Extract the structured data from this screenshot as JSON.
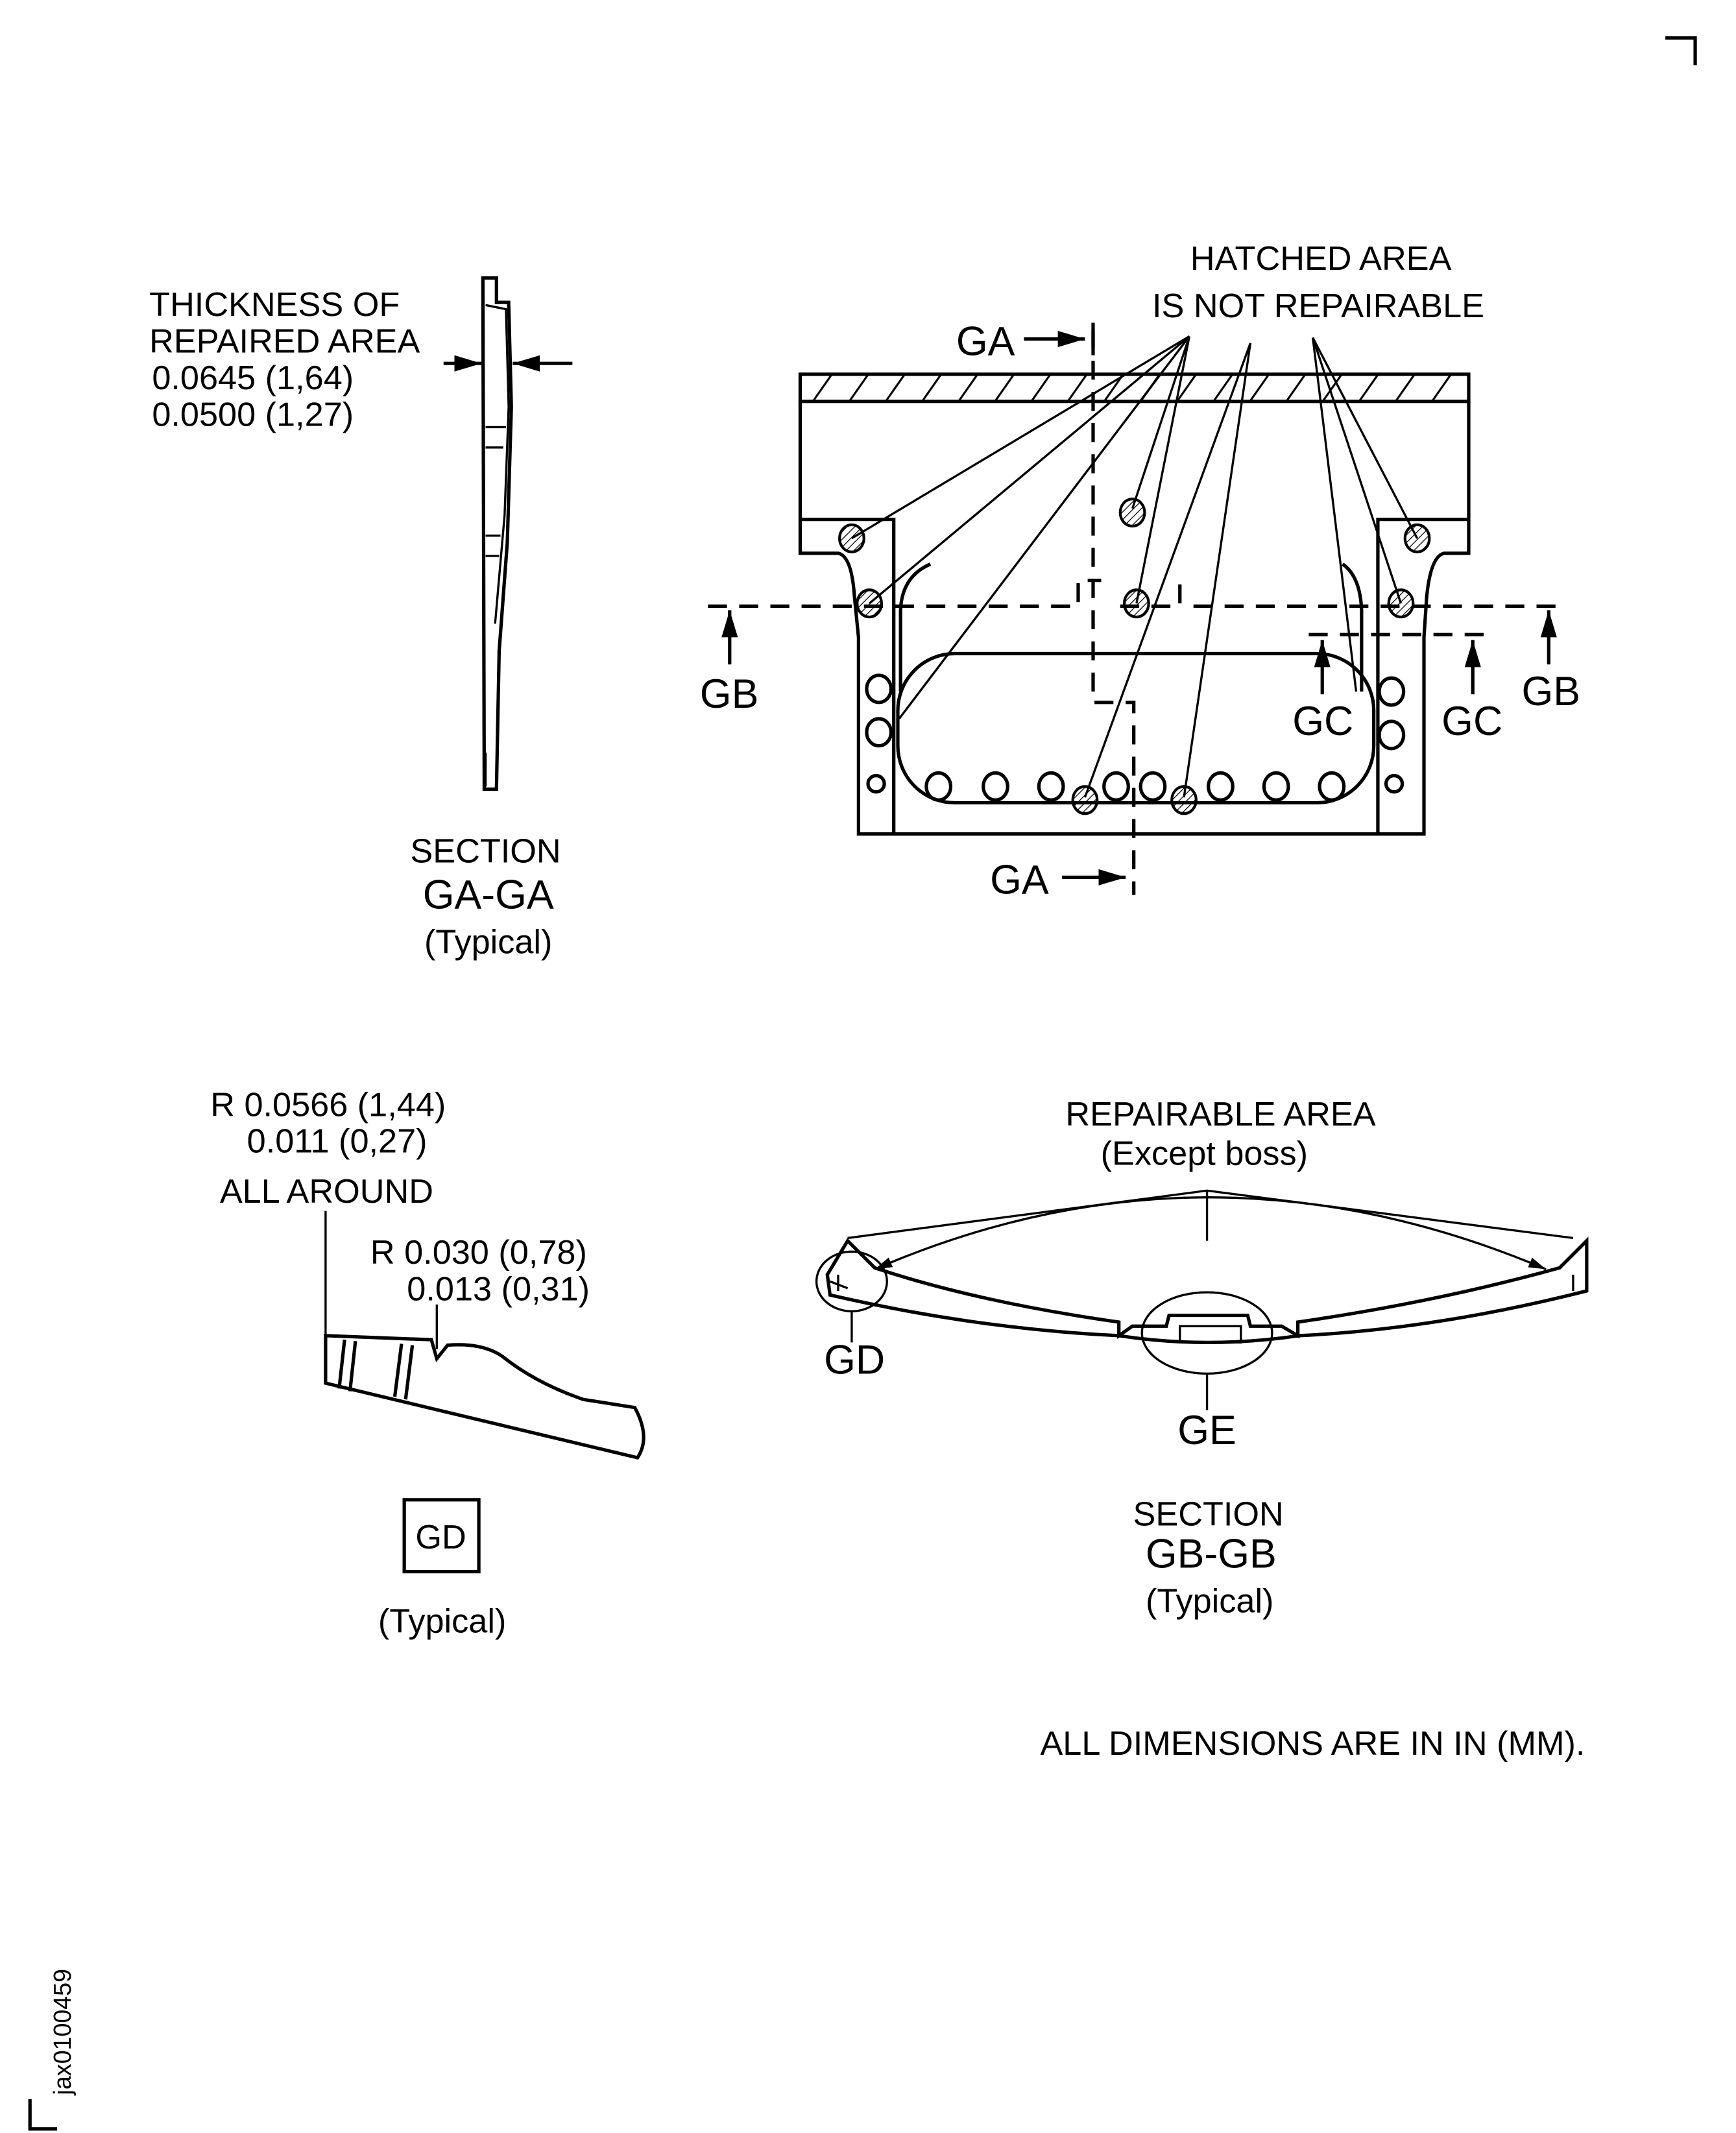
{
  "section_ga": {
    "callout": [
      "THICKNESS OF",
      "REPAIRED AREA",
      "0.0645 (1,64)",
      "0.0500 (1,27)"
    ],
    "title": [
      "SECTION",
      "GA-GA",
      "(Typical)"
    ]
  },
  "main_view": {
    "hatched_note": [
      "HATCHED AREA",
      "IS NOT REPAIRABLE"
    ],
    "labels": {
      "ga_top": "GA",
      "ga_bottom": "GA",
      "gb_left": "GB",
      "gb_right": "GB",
      "gc_inner": "GC",
      "gc_outer": "GC"
    }
  },
  "detail_gd": {
    "callouts": [
      "R 0.0566 (1,44)",
      "0.011 (0,27)",
      "ALL AROUND",
      "R 0.030 (0,78)",
      "0.013 (0,31)"
    ],
    "box_label": "GD",
    "typical": "(Typical)"
  },
  "section_gb": {
    "note": [
      "REPAIRABLE AREA",
      "(Except boss)"
    ],
    "labels": {
      "gd": "GD",
      "ge": "GE"
    },
    "title": [
      "SECTION",
      "GB-GB",
      "(Typical)"
    ]
  },
  "footer_note": "ALL DIMENSIONS ARE IN IN  (MM).",
  "figure_id": "jax0100459"
}
